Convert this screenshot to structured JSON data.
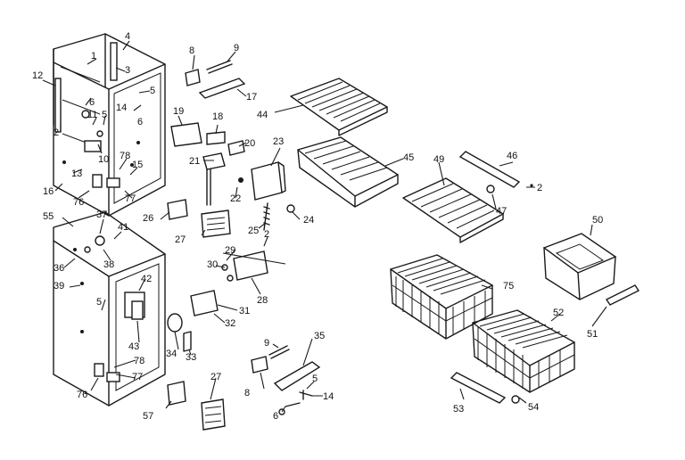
{
  "diagram": {
    "labels": [
      {
        "id": "L4a",
        "text": "4"
      },
      {
        "id": "L8a",
        "text": "8"
      },
      {
        "id": "L9a",
        "text": "9"
      },
      {
        "id": "L12",
        "text": "12"
      },
      {
        "id": "L1",
        "text": "1"
      },
      {
        "id": "L3",
        "text": "3"
      },
      {
        "id": "L5a",
        "text": "5"
      },
      {
        "id": "L17",
        "text": "17"
      },
      {
        "id": "L44",
        "text": "44"
      },
      {
        "id": "L6a",
        "text": "6"
      },
      {
        "id": "L11",
        "text": "11"
      },
      {
        "id": "L5b",
        "text": "5"
      },
      {
        "id": "L14a",
        "text": "14"
      },
      {
        "id": "L2a",
        "text": "2"
      },
      {
        "id": "L19",
        "text": "19"
      },
      {
        "id": "L18",
        "text": "18"
      },
      {
        "id": "L6b",
        "text": "6"
      },
      {
        "id": "L20",
        "text": "20"
      },
      {
        "id": "L23",
        "text": "23"
      },
      {
        "id": "L78a",
        "text": "78"
      },
      {
        "id": "L10",
        "text": "10"
      },
      {
        "id": "L21",
        "text": "21"
      },
      {
        "id": "L45",
        "text": "45"
      },
      {
        "id": "L49",
        "text": "49"
      },
      {
        "id": "L46",
        "text": "46"
      },
      {
        "id": "L15",
        "text": "15"
      },
      {
        "id": "L13",
        "text": "13"
      },
      {
        "id": "L16",
        "text": "16"
      },
      {
        "id": "L76a",
        "text": "76"
      },
      {
        "id": "L77a",
        "text": "77"
      },
      {
        "id": "L22",
        "text": "22"
      },
      {
        "id": "L2b",
        "text": "2"
      },
      {
        "id": "L47",
        "text": "47"
      },
      {
        "id": "L55",
        "text": "55"
      },
      {
        "id": "L37",
        "text": "37"
      },
      {
        "id": "L26",
        "text": "26"
      },
      {
        "id": "L24",
        "text": "24"
      },
      {
        "id": "L41",
        "text": "41"
      },
      {
        "id": "L25",
        "text": "25"
      },
      {
        "id": "L2c",
        "text": "2"
      },
      {
        "id": "L50",
        "text": "50"
      },
      {
        "id": "L27a",
        "text": "27"
      },
      {
        "id": "L29",
        "text": "29"
      },
      {
        "id": "L36",
        "text": "36"
      },
      {
        "id": "L38",
        "text": "38"
      },
      {
        "id": "L30",
        "text": "30"
      },
      {
        "id": "L42",
        "text": "42"
      },
      {
        "id": "L39",
        "text": "39"
      },
      {
        "id": "L28",
        "text": "28"
      },
      {
        "id": "L75",
        "text": "75"
      },
      {
        "id": "L5c",
        "text": "5"
      },
      {
        "id": "L31",
        "text": "31"
      },
      {
        "id": "L52",
        "text": "52"
      },
      {
        "id": "L32",
        "text": "32"
      },
      {
        "id": "L51",
        "text": "51"
      },
      {
        "id": "L43",
        "text": "43"
      },
      {
        "id": "L34",
        "text": "34"
      },
      {
        "id": "L33",
        "text": "33"
      },
      {
        "id": "L9b",
        "text": "9"
      },
      {
        "id": "L35",
        "text": "35"
      },
      {
        "id": "L78b",
        "text": "78"
      },
      {
        "id": "L77b",
        "text": "77"
      },
      {
        "id": "L27b",
        "text": "27"
      },
      {
        "id": "L76b",
        "text": "76"
      },
      {
        "id": "L5d",
        "text": "5"
      },
      {
        "id": "L8b",
        "text": "8"
      },
      {
        "id": "L14b",
        "text": "14"
      },
      {
        "id": "L57",
        "text": "57"
      },
      {
        "id": "L53",
        "text": "53"
      },
      {
        "id": "L54",
        "text": "54"
      },
      {
        "id": "L6c",
        "text": "6"
      }
    ]
  }
}
